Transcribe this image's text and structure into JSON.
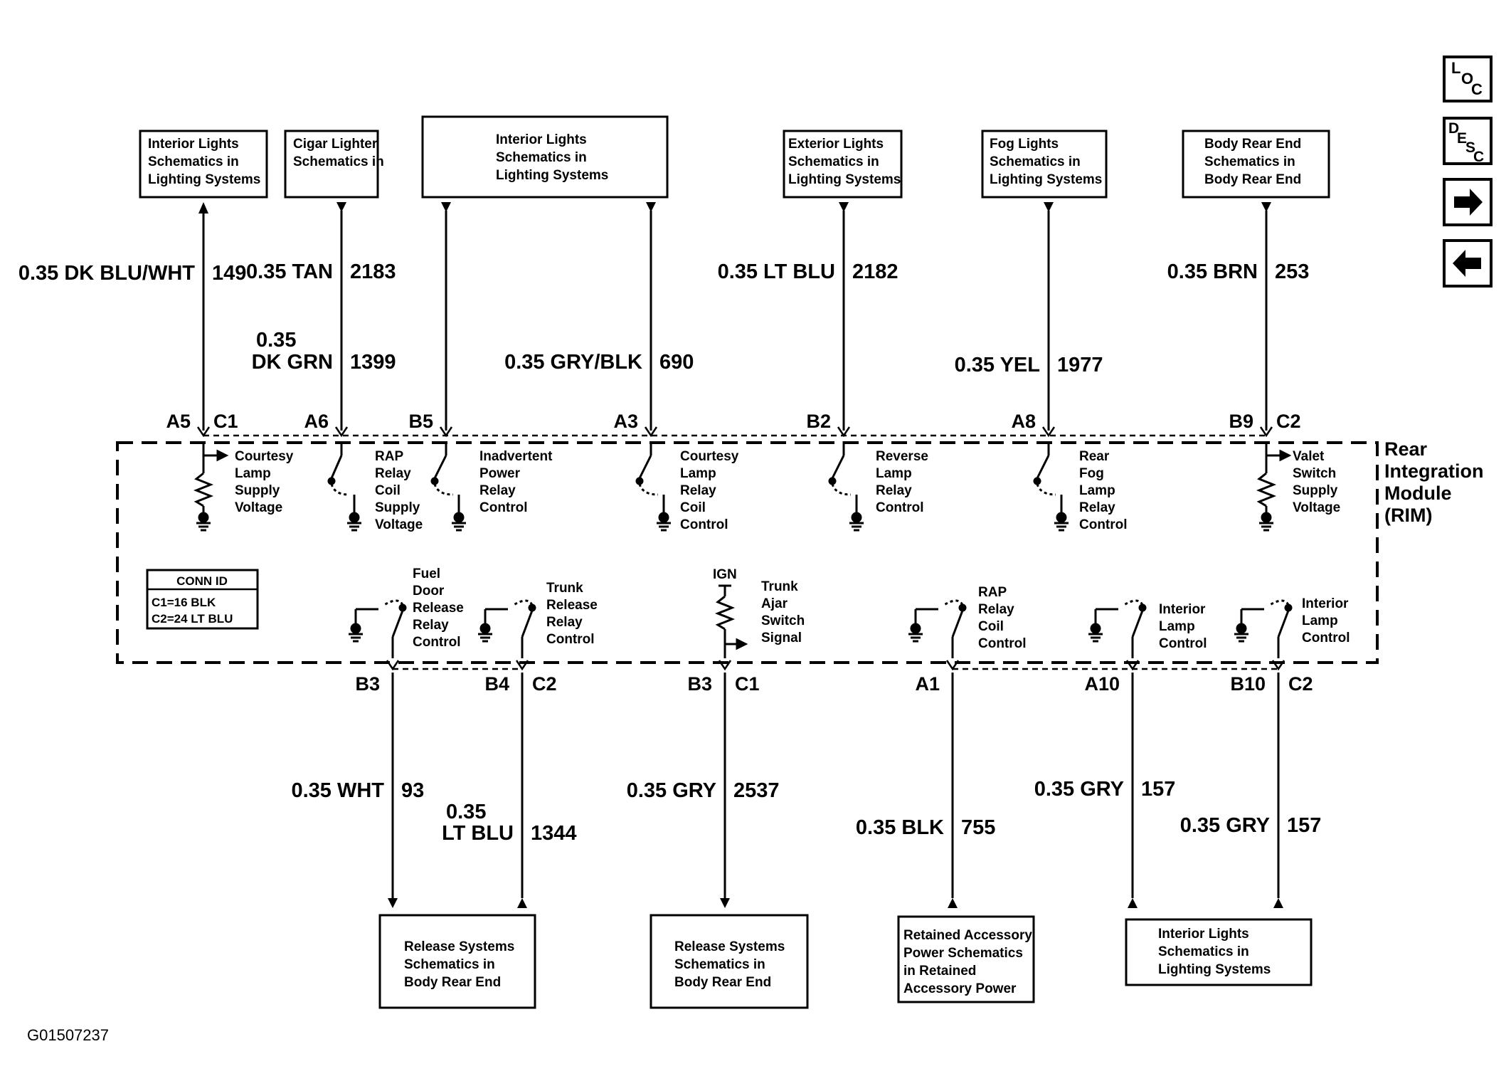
{
  "diagram": {
    "top_boxes": [
      {
        "id": "box-interior-lights-1",
        "lines": [
          "Interior Lights",
          "Schematics in",
          "Lighting Systems"
        ]
      },
      {
        "id": "box-cigar-lighter",
        "lines": [
          "Cigar Lighter",
          "Schematics in"
        ]
      },
      {
        "id": "box-interior-lights-2",
        "lines": [
          "Interior Lights",
          "Schematics in",
          "Lighting Systems"
        ]
      },
      {
        "id": "box-exterior-lights",
        "lines": [
          "Exterior Lights",
          "Schematics in",
          "Lighting Systems"
        ]
      },
      {
        "id": "box-fog-lights",
        "lines": [
          "Fog Lights",
          "Schematics in",
          "Lighting Systems"
        ]
      },
      {
        "id": "box-body-rear-end",
        "lines": [
          "Body Rear End",
          "Schematics in",
          "Body Rear End"
        ]
      }
    ],
    "top_wires": [
      {
        "id": "wire-149",
        "lines": [
          "0.35 DK BLU/WHT"
        ],
        "circuit": "149"
      },
      {
        "id": "wire-2183",
        "lines": [
          "0.35 TAN"
        ],
        "circuit": "2183"
      },
      {
        "id": "wire-1399",
        "lines": [
          "0.35",
          "DK GRN"
        ],
        "circuit": "1399"
      },
      {
        "id": "wire-690",
        "lines": [
          "0.35 GRY/BLK"
        ],
        "circuit": "690"
      },
      {
        "id": "wire-2182",
        "lines": [
          "0.35 LT BLU"
        ],
        "circuit": "2182"
      },
      {
        "id": "wire-1977",
        "lines": [
          "0.35 YEL"
        ],
        "circuit": "1977"
      },
      {
        "id": "wire-253",
        "lines": [
          "0.35 BRN"
        ],
        "circuit": "253"
      }
    ],
    "top_pins": [
      "A5",
      "C1",
      "A6",
      "B5",
      "A3",
      "B2",
      "A8",
      "B9",
      "C2"
    ],
    "module": {
      "lines": [
        "Rear",
        "Integration",
        "Module",
        "(RIM)"
      ]
    },
    "conn_id": {
      "title": "CONN ID",
      "lines": [
        "C1=16 BLK",
        "C2=24 LT BLU"
      ]
    },
    "top_components": [
      {
        "id": "comp-courtesy-supply",
        "lines": [
          "Courtesy",
          "Lamp",
          "Supply",
          "Voltage"
        ]
      },
      {
        "id": "comp-rap-coil-supply",
        "lines": [
          "RAP",
          "Relay",
          "Coil",
          "Supply",
          "Voltage"
        ]
      },
      {
        "id": "comp-inadvertent-power",
        "lines": [
          "Inadvertent",
          "Power",
          "Relay",
          "Control"
        ]
      },
      {
        "id": "comp-courtesy-coil",
        "lines": [
          "Courtesy",
          "Lamp",
          "Relay",
          "Coil",
          "Control"
        ]
      },
      {
        "id": "comp-reverse-lamp",
        "lines": [
          "Reverse",
          "Lamp",
          "Relay",
          "Control"
        ]
      },
      {
        "id": "comp-rear-fog",
        "lines": [
          "Rear",
          "Fog",
          "Lamp",
          "Relay",
          "Control"
        ]
      },
      {
        "id": "comp-valet-switch",
        "lines": [
          "Valet",
          "Switch",
          "Supply",
          "Voltage"
        ]
      }
    ],
    "bottom_components": [
      {
        "id": "comp-fuel-door",
        "lines": [
          "Fuel",
          "Door",
          "Release",
          "Relay",
          "Control"
        ]
      },
      {
        "id": "comp-trunk-release",
        "lines": [
          "Trunk",
          "Release",
          "Relay",
          "Control"
        ]
      },
      {
        "id": "comp-trunk-ajar",
        "lines": [
          "Trunk",
          "Ajar",
          "Switch",
          "Signal"
        ]
      },
      {
        "id": "comp-rap-coil-control",
        "lines": [
          "RAP",
          "Relay",
          "Coil",
          "Control"
        ]
      },
      {
        "id": "comp-interior-lamp-1",
        "lines": [
          "Interior",
          "Lamp",
          "Control"
        ]
      },
      {
        "id": "comp-interior-lamp-2",
        "lines": [
          "Interior",
          "Lamp",
          "Control"
        ]
      }
    ],
    "ign_label": "IGN",
    "bottom_pins": [
      "B3",
      "B4",
      "C2",
      "B3",
      "C1",
      "A1",
      "A10",
      "B10",
      "C2"
    ],
    "bottom_wires": [
      {
        "id": "wire-93",
        "lines": [
          "0.35 WHT"
        ],
        "circuit": "93"
      },
      {
        "id": "wire-1344",
        "lines": [
          "0.35",
          "LT BLU"
        ],
        "circuit": "1344"
      },
      {
        "id": "wire-2537",
        "lines": [
          "0.35 GRY"
        ],
        "circuit": "2537"
      },
      {
        "id": "wire-755",
        "lines": [
          "0.35 BLK"
        ],
        "circuit": "755"
      },
      {
        "id": "wire-157-a",
        "lines": [
          "0.35 GRY"
        ],
        "circuit": "157"
      },
      {
        "id": "wire-157-b",
        "lines": [
          "0.35 GRY"
        ],
        "circuit": "157"
      }
    ],
    "bottom_boxes": [
      {
        "id": "box-release-1",
        "lines": [
          "Release Systems",
          "Schematics in",
          "Body Rear End"
        ]
      },
      {
        "id": "box-release-2",
        "lines": [
          "Release Systems",
          "Schematics in",
          "Body Rear End"
        ]
      },
      {
        "id": "box-retained-accessory",
        "lines": [
          "Retained Accessory",
          "Power Schematics",
          "in Retained",
          "Accessory Power"
        ]
      },
      {
        "id": "box-interior-lights-3",
        "lines": [
          "Interior Lights",
          "Schematics in",
          "Lighting Systems"
        ]
      }
    ],
    "doc_id": "G01507237"
  },
  "nav": {
    "loc": {
      "l": "L",
      "o": "O",
      "c": "C"
    },
    "desc": {
      "d": "D",
      "e": "E",
      "s": "S",
      "c": "C"
    },
    "next_icon": "arrow-right-icon",
    "prev_icon": "arrow-left-icon"
  }
}
